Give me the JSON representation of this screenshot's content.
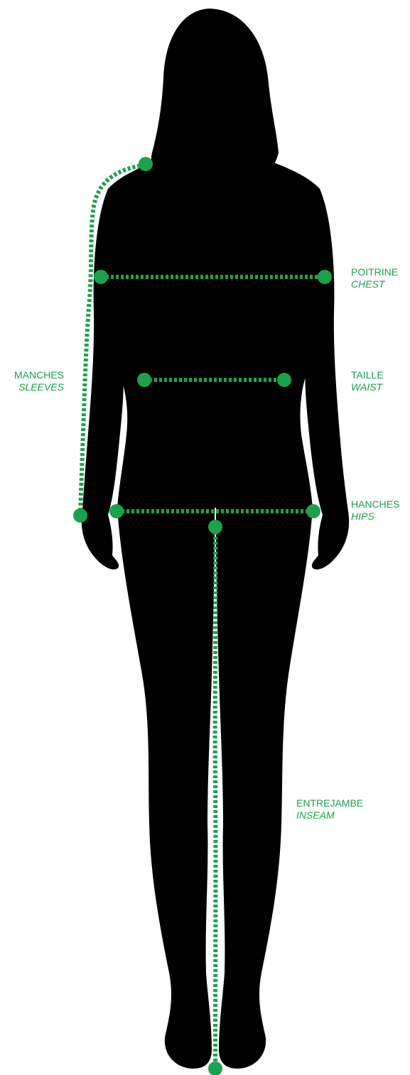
{
  "colors": {
    "silhouette": "#000000",
    "accent": "#1aa34a",
    "background": "#ffffff"
  },
  "measurements": {
    "chest": {
      "fr": "POITRINE",
      "en": "CHEST"
    },
    "waist": {
      "fr": "TAILLE",
      "en": "WAIST"
    },
    "hips": {
      "fr": "HANCHES",
      "en": "HIPS"
    },
    "sleeves": {
      "fr": "MANCHES",
      "en": "SLEEVES"
    },
    "inseam": {
      "fr": "ENTREJAMBE",
      "en": "INSEAM"
    }
  }
}
